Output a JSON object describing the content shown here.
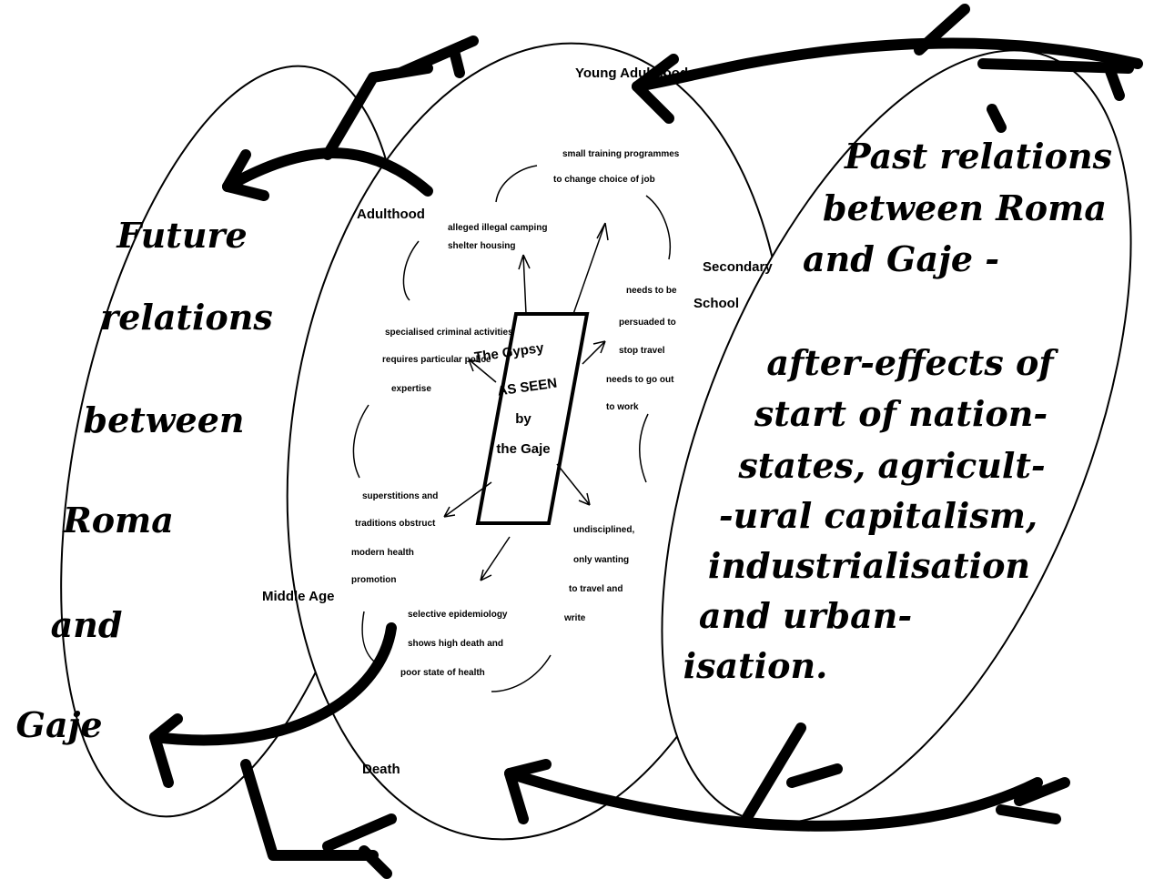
{
  "future": {
    "lines": [
      "Future",
      "relations",
      "between",
      "Roma",
      "and",
      "Gaje"
    ]
  },
  "past": {
    "lines": [
      "Past relations",
      "between Roma",
      "and Gaje -",
      "after-effects of",
      "start of nation-",
      "states, agricult-",
      "-ural capitalism,",
      "industrialisation",
      "and urban-",
      "isation."
    ]
  },
  "center_box": {
    "lines": [
      "The Gypsy",
      "AS SEEN",
      "by",
      "the Gaje"
    ]
  },
  "stages": {
    "young_adulthood": "Young Adulthood",
    "adulthood": "Adulthood",
    "secondary_school_1": "Secondary",
    "secondary_school_2": "School",
    "middle_age": "Middle Age",
    "death": "Death"
  },
  "notes": {
    "training": [
      "small training programmes",
      "to change choice of job"
    ],
    "camping": [
      "alleged illegal camping",
      "shelter housing"
    ],
    "criminal": [
      "specialised criminal activities",
      "requires particular police",
      "expertise"
    ],
    "persuaded": [
      "needs to be",
      "persuaded to",
      "stop travel",
      "needs to go out",
      "to work"
    ],
    "superstitions": [
      "superstitions and",
      "traditions obstruct",
      "modern health",
      "promotion"
    ],
    "undisciplined": [
      "undisciplined,",
      "only wanting",
      "to travel and",
      "write"
    ],
    "epidemiology": [
      "selective epidemiology",
      "shows high death and",
      "poor state of health"
    ]
  }
}
